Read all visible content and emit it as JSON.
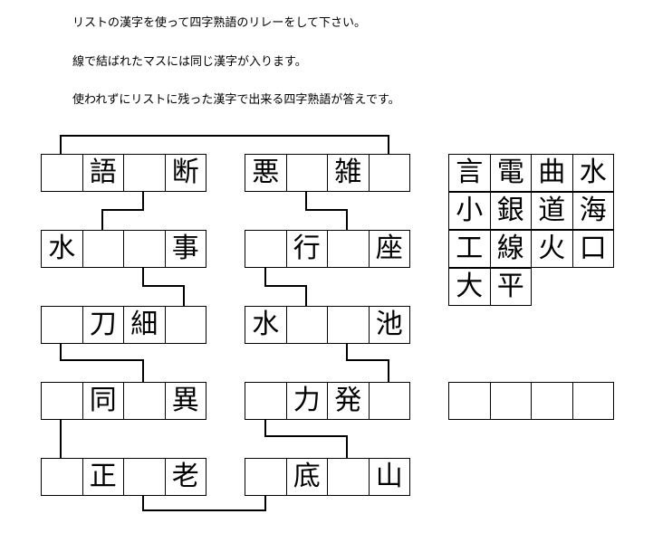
{
  "instructions": [
    "リストの漢字を使って四字熟語のリレーをして下さい。",
    "線で結ばれたマスには同じ漢字が入ります。",
    "使われずにリストに残った漢字で出来る四字熟語が答えです。"
  ],
  "puzzle_rows": [
    [
      "",
      "語",
      "",
      "断"
    ],
    [
      "水",
      "",
      "",
      "事"
    ],
    [
      "",
      "刀",
      "細",
      ""
    ],
    [
      "",
      "同",
      "",
      "異"
    ],
    [
      "",
      "正",
      "",
      "老"
    ],
    [
      "悪",
      "",
      "雑",
      ""
    ],
    [
      "",
      "行",
      "",
      "座"
    ],
    [
      "水",
      "",
      "",
      "池"
    ],
    [
      "",
      "力",
      "発",
      ""
    ],
    [
      "",
      "底",
      "",
      "山"
    ]
  ],
  "kanji_list": [
    [
      "言",
      "電",
      "曲",
      "水"
    ],
    [
      "小",
      "銀",
      "道",
      "海"
    ],
    [
      "工",
      "線",
      "火",
      "口"
    ],
    [
      "大",
      "平"
    ]
  ],
  "answer_cells": [
    "",
    "",
    "",
    ""
  ]
}
